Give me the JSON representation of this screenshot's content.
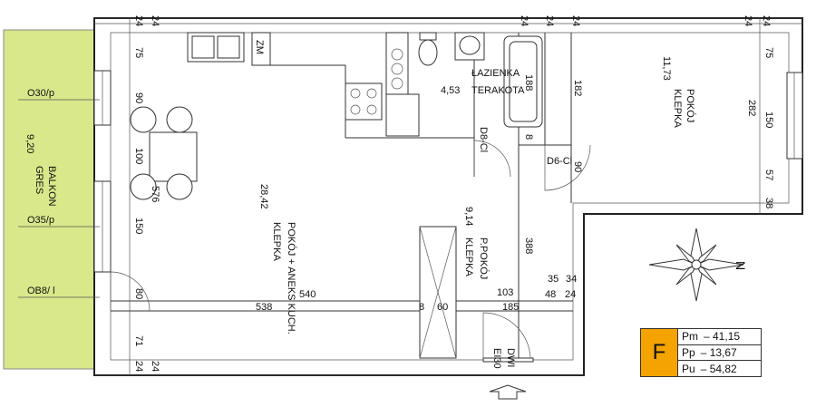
{
  "rooms": {
    "balcony": {
      "area": "9,20",
      "name": "BALKON",
      "floor": "GRES"
    },
    "living": {
      "area": "28,42",
      "name": "POKÓJ + ANEKS KUCH.",
      "floor": "KLEPKA"
    },
    "bathroom": {
      "area": "4,53",
      "name": "ŁAZIENKA",
      "floor": "TERAKOTA"
    },
    "bedroom": {
      "area": "11,73",
      "name": "POKÓJ",
      "floor": "KLEPKA"
    },
    "hall": {
      "area": "9,14",
      "name": "P.POKÓJ",
      "floor": "KLEPKA"
    }
  },
  "tags": {
    "window1": "O30/p",
    "window2": "O35/p",
    "window3": "OB8/ l",
    "fridge": "ZM",
    "door_bath": "D8-Cl",
    "door_bed": "D6-Cl",
    "door_entry": "DWI",
    "door_entry2": "EI30"
  },
  "dims": {
    "d24a": "24",
    "d24b": "24",
    "d24c": "24",
    "d24d": "24",
    "d24e": "24",
    "d24f": "24",
    "d24g": "24",
    "d24h": "24",
    "d75a": "75",
    "d90a": "90",
    "d100": "100",
    "d576": "576",
    "d150a": "150",
    "d80": "80",
    "d71": "71",
    "d540": "540",
    "d538": "538",
    "d8a": "8",
    "d60": "60",
    "d185": "185",
    "d103": "103",
    "d35": "35",
    "d34": "34",
    "d48": "48",
    "d24i": "24",
    "d388": "388",
    "d188": "188",
    "d182": "182",
    "d8b": "8",
    "d90b": "90",
    "d75b": "75",
    "d282": "282",
    "d150b": "150",
    "d57": "57",
    "d38": "38"
  },
  "compass": {
    "north": "N"
  },
  "legend": {
    "letter": "F",
    "rows": [
      {
        "key": "Pm",
        "value": "– 41,15"
      },
      {
        "key": "Pp",
        "value": "– 13,67"
      },
      {
        "key": "Pu",
        "value": "– 54,82"
      }
    ]
  },
  "colors": {
    "balcony": "#d9e88a",
    "legend_badge": "#f5a300"
  }
}
